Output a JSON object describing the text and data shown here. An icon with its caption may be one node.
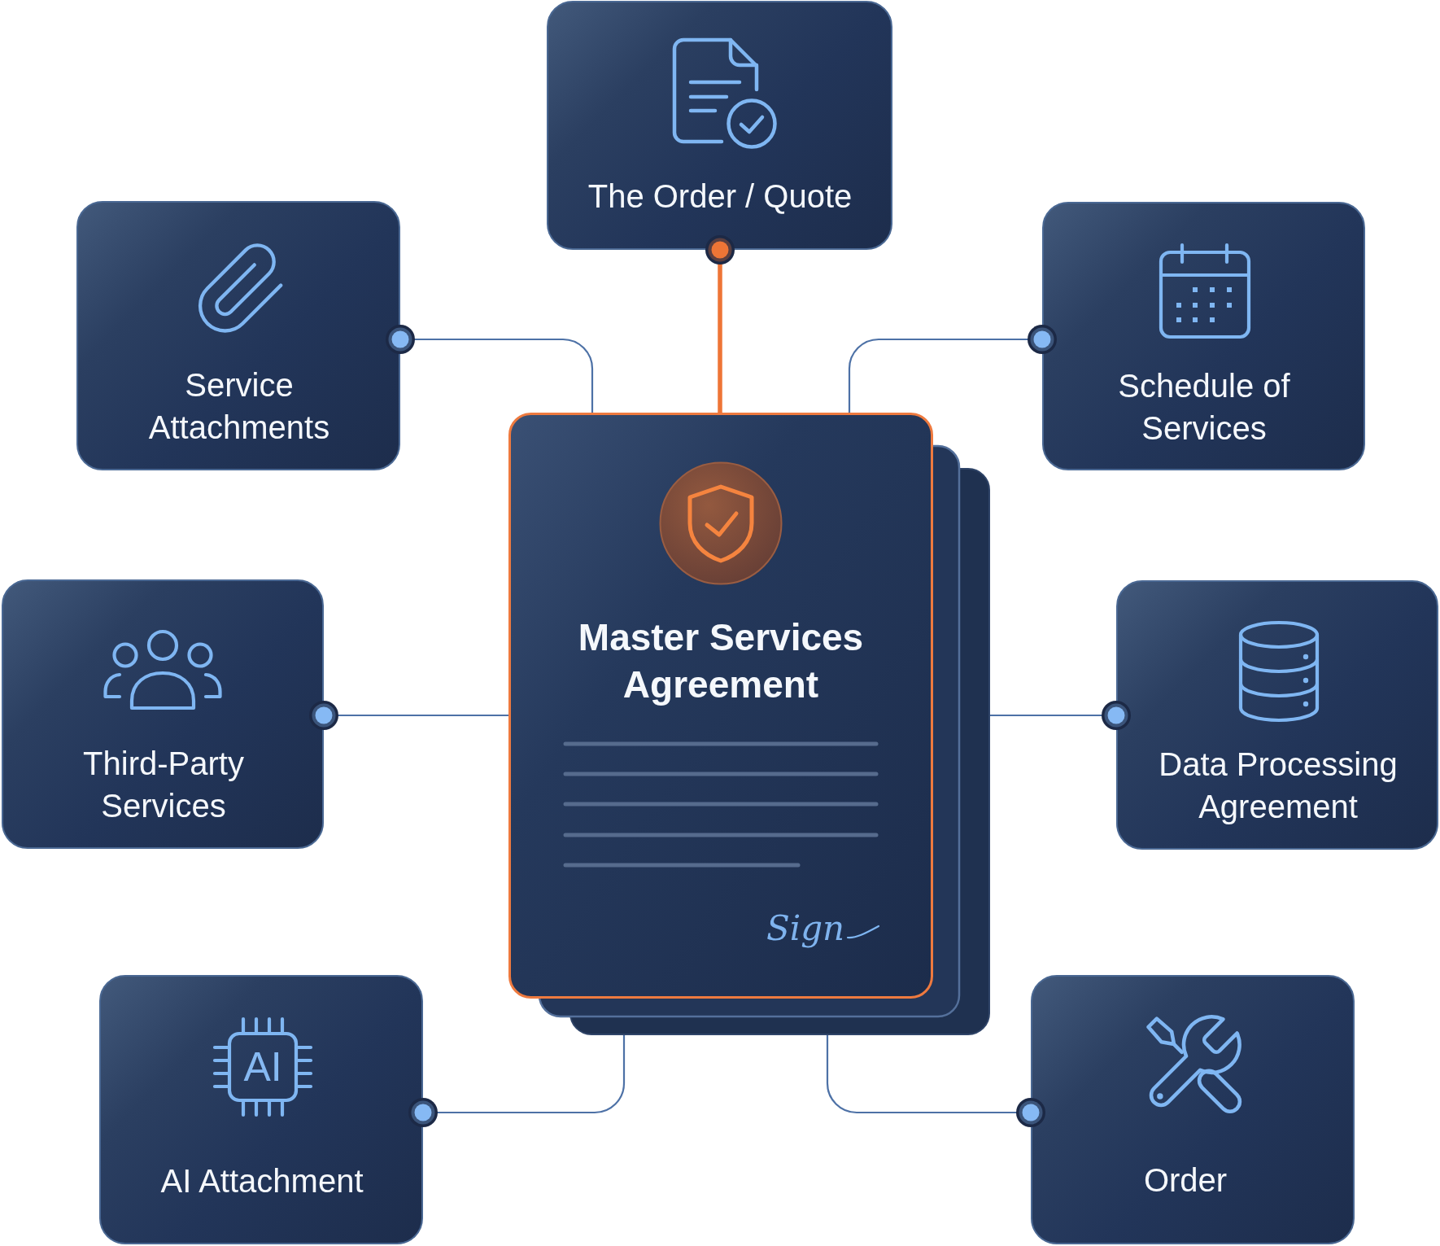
{
  "diagram": {
    "nodes": [
      {
        "text": [
          "The Order / Quote"
        ]
      },
      {
        "text": [
          "Service Attachments"
        ]
      },
      {
        "text": [
          "Schedule of Services"
        ]
      },
      {
        "text": [
          "Master Services Agreement",
          "Sign"
        ]
      },
      {
        "text": [
          "Third-Party Services"
        ]
      },
      {
        "text": [
          "Data Processing Agreement"
        ]
      },
      {
        "text": [
          "AI",
          "AI Attachment"
        ]
      },
      {
        "text": [
          "Order"
        ]
      }
    ],
    "edges": [
      {
        "from": 3,
        "to": 0,
        "arrow": "other",
        "style": "thick",
        "color": "#ee7536"
      },
      {
        "from": 3,
        "to": 1,
        "arrow": "other"
      },
      {
        "from": 3,
        "to": 2,
        "arrow": "other"
      },
      {
        "from": 3,
        "to": 4,
        "arrow": "other"
      },
      {
        "from": 3,
        "to": 5,
        "arrow": "other"
      },
      {
        "from": 3,
        "to": 6,
        "arrow": "other"
      },
      {
        "from": 3,
        "to": 7,
        "arrow": "other"
      }
    ]
  }
}
